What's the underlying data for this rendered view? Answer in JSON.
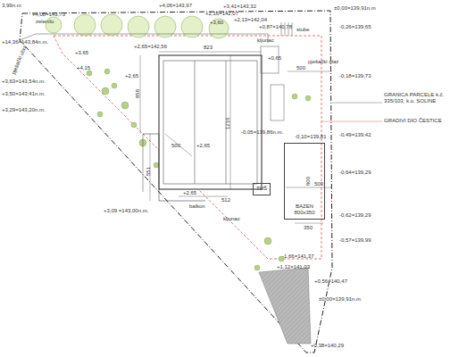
{
  "diagram": {
    "nodes": [
      {
        "text": [
          "BAZEN 800x350"
        ]
      },
      {
        "text": [
          "TUŠ"
        ]
      }
    ],
    "labels": [
      "3,99n.m",
      "+4,08=143,73",
      "zelenilo",
      "+4,06=143,97",
      "+2,16=142,07",
      "+2,13=142,04",
      "+0,87=140,78",
      "+3,41=143,32",
      "±0,00=139,91n.m",
      "+3,60",
      "kljunac",
      "stube",
      "-0,26=139,65",
      "+14,36=143,84n.m.",
      "pješački ulaz",
      "+3,65",
      "+4,15",
      "+3,63=143,54n.m.",
      "+3,50=143,41n.m.",
      "+3,29=143,20n.m.",
      "+2,65",
      "+2,65=142,56",
      "823",
      "+0,65",
      "pješački ulaz",
      "500",
      "-0,18=139,73",
      "858",
      "1216",
      "GRANICA PARCELE k.č. 335/103, k.o. SOLINE",
      "GRADIVI DIO ČESTICE",
      "-0,05=139,86n.m.",
      "-0,49=139,42",
      "500",
      "551",
      "+2,65",
      "-0,10=139,81",
      "+2,65",
      "balkon",
      "512",
      "-0,64=139,29",
      "800",
      "500",
      "+3,09 =143,00n.m.",
      "kljunac",
      "350",
      "-0,62=139,29",
      "-0,57=139,99",
      "-1,66=141,37",
      "+1,12=141,03",
      "+0,56=140,47",
      "±0,00=139,91n.m.",
      "+0,38=140,29"
    ]
  }
}
